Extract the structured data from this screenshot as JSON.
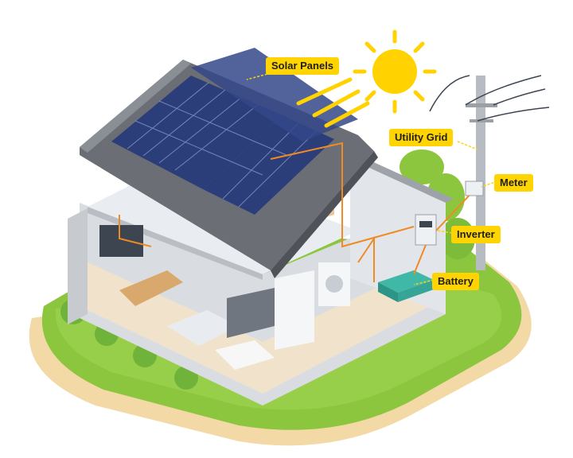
{
  "labels": {
    "solar_panels": "Solar Panels",
    "utility_grid": "Utility Grid",
    "meter": "Meter",
    "inverter": "Inverter",
    "battery": "Battery"
  },
  "colors": {
    "callout": "#ffd400",
    "wire": "#f08a24",
    "grass": "#8cc63f",
    "ground": "#f5dcae",
    "roof": "#6b6f75",
    "panel": "#2c3e7a",
    "sun": "#ffd200"
  }
}
